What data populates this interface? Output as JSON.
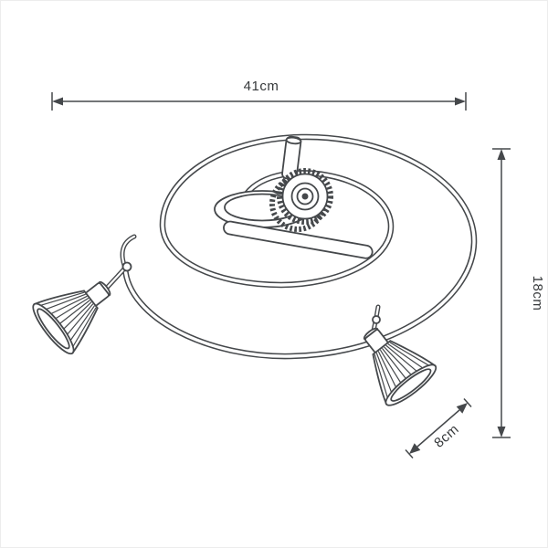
{
  "diagram": {
    "dimensions": {
      "width": "41cm",
      "height": "18cm",
      "shade": "8cm"
    },
    "colors": {
      "line": "#45484b",
      "background": "#ffffff"
    }
  }
}
